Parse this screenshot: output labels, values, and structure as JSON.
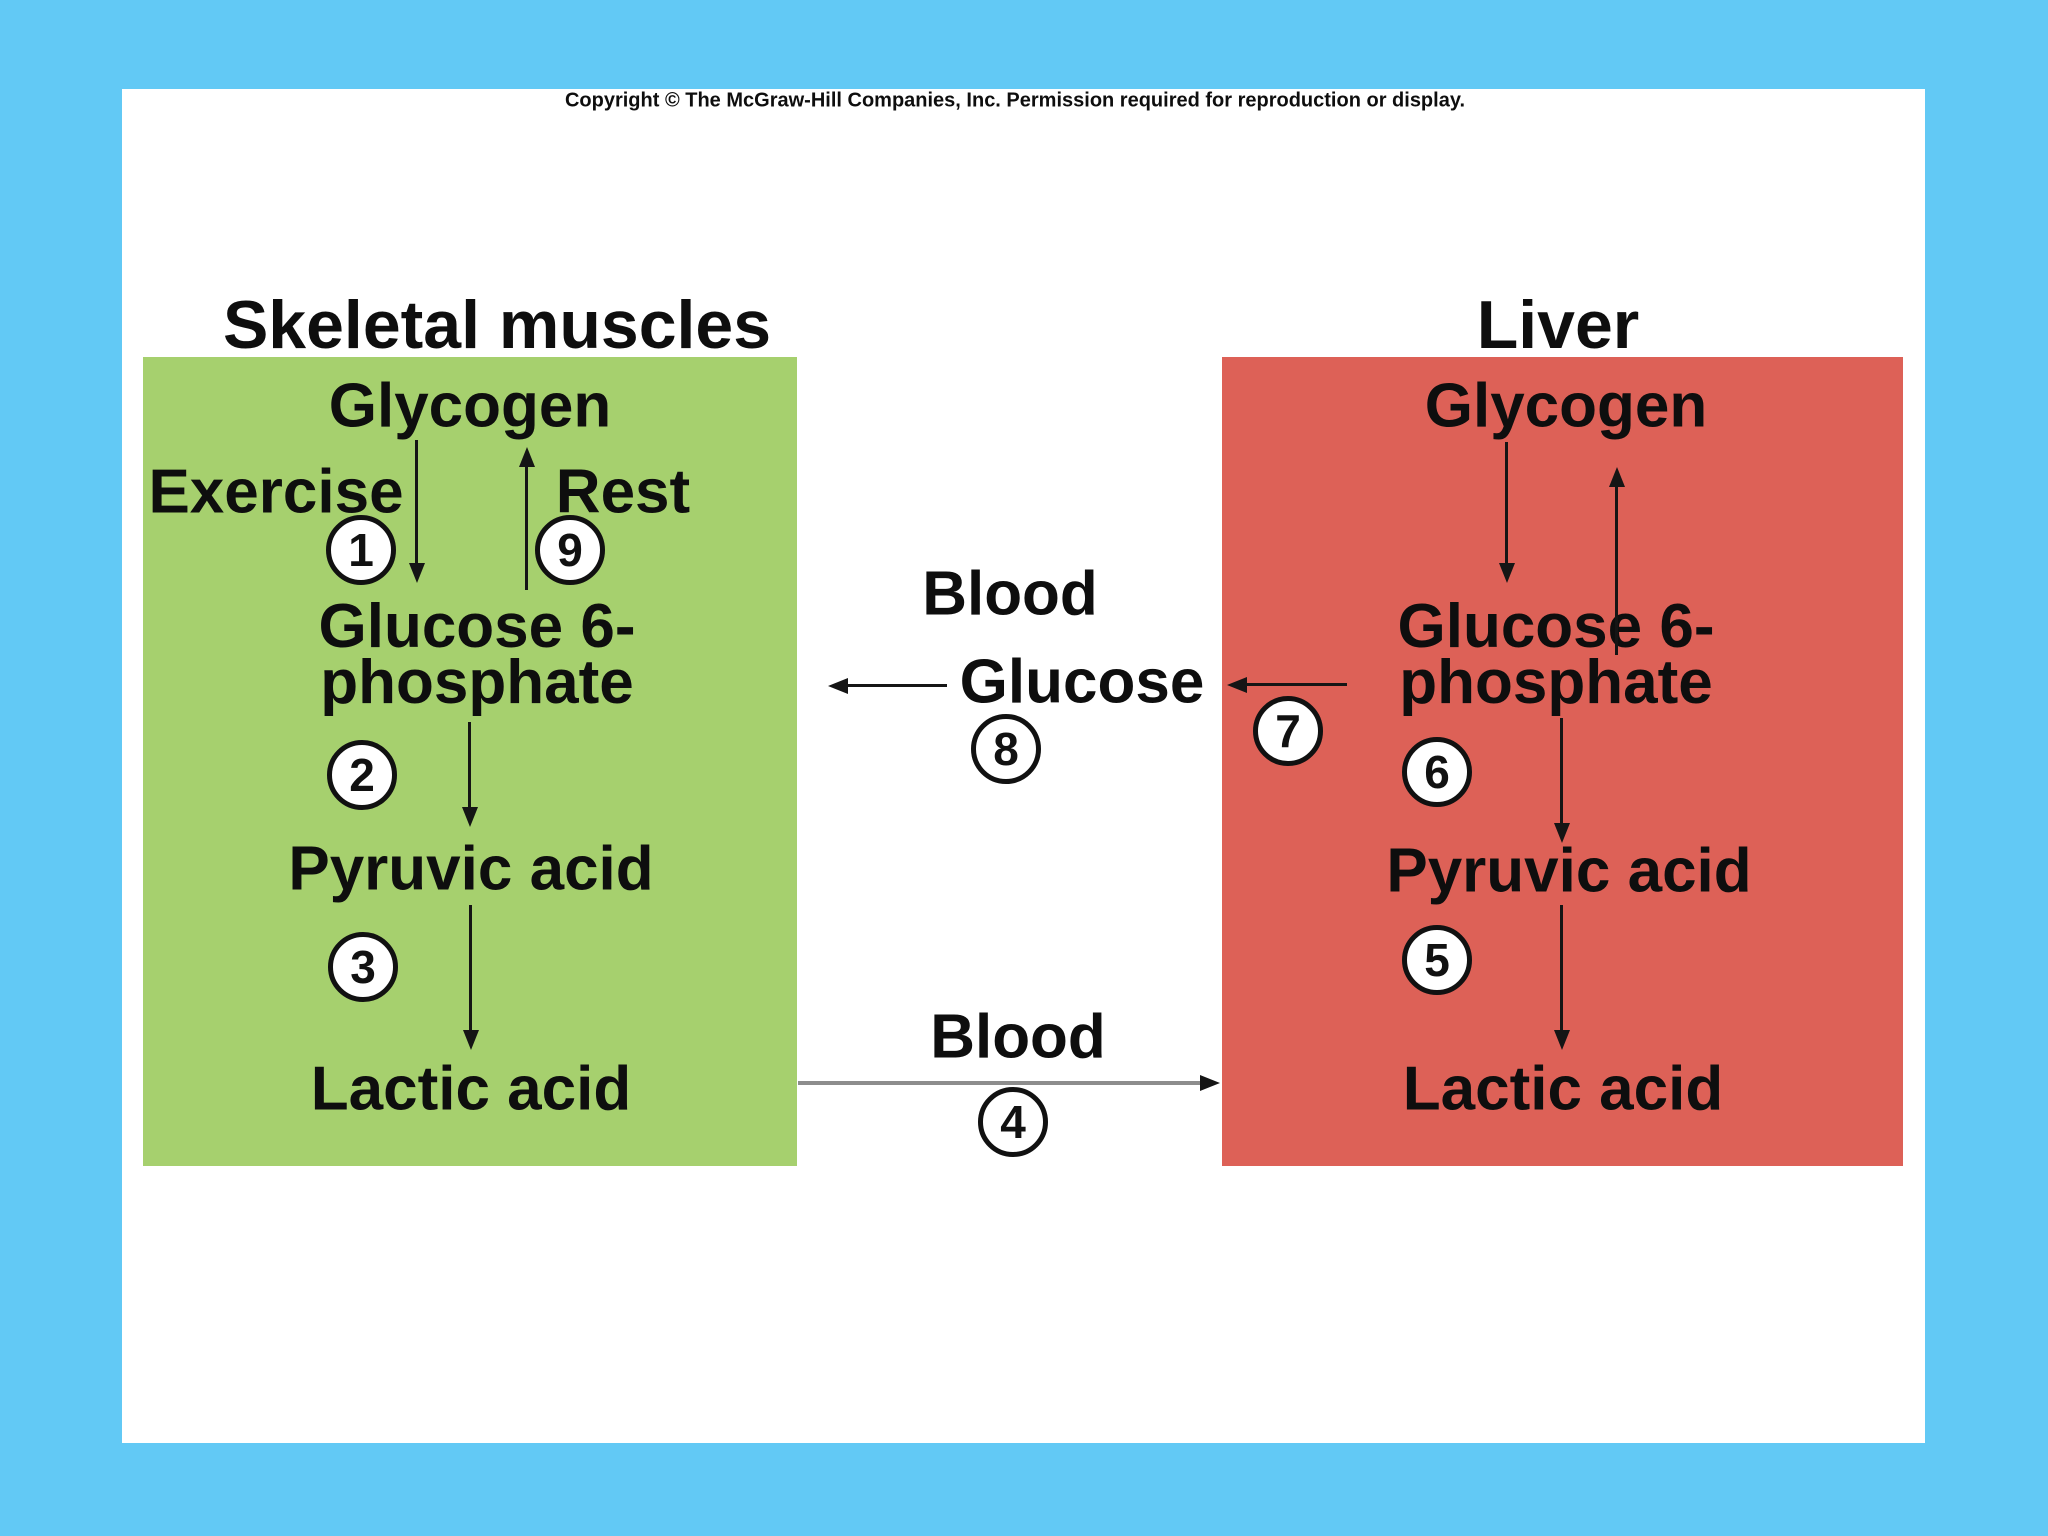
{
  "copyright": "Copyright © The McGraw-Hill Companies, Inc. Permission required for reproduction or display.",
  "colors": {
    "background": "#62c9f5",
    "muscle_box": "#a6d06e",
    "liver_box": "#dd6157"
  },
  "muscles": {
    "title": "Skeletal muscles",
    "glycogen": "Glycogen",
    "exercise": "Exercise",
    "rest": "Rest",
    "g6p_line1": "Glucose 6-",
    "g6p_line2": "phosphate",
    "pyruvic": "Pyruvic acid",
    "lactic": "Lactic acid",
    "steps": {
      "glycogen_to_g6p": "1",
      "g6p_to_pyruvic": "2",
      "pyruvic_to_lactic": "3",
      "g6p_to_glycogen": "9"
    }
  },
  "liver": {
    "title": "Liver",
    "glycogen": "Glycogen",
    "g6p_line1": "Glucose 6-",
    "g6p_line2": "phosphate",
    "pyruvic": "Pyruvic acid",
    "lactic": "Lactic acid",
    "steps": {
      "g6p_to_blood_glucose": "7",
      "g6p_to_pyruvic": "6",
      "pyruvic_to_lactic": "5"
    }
  },
  "blood": {
    "top_label": "Blood",
    "glucose": "Glucose",
    "bottom_label": "Blood",
    "steps": {
      "glucose_to_muscle": "8",
      "lactic_to_liver": "4"
    }
  }
}
